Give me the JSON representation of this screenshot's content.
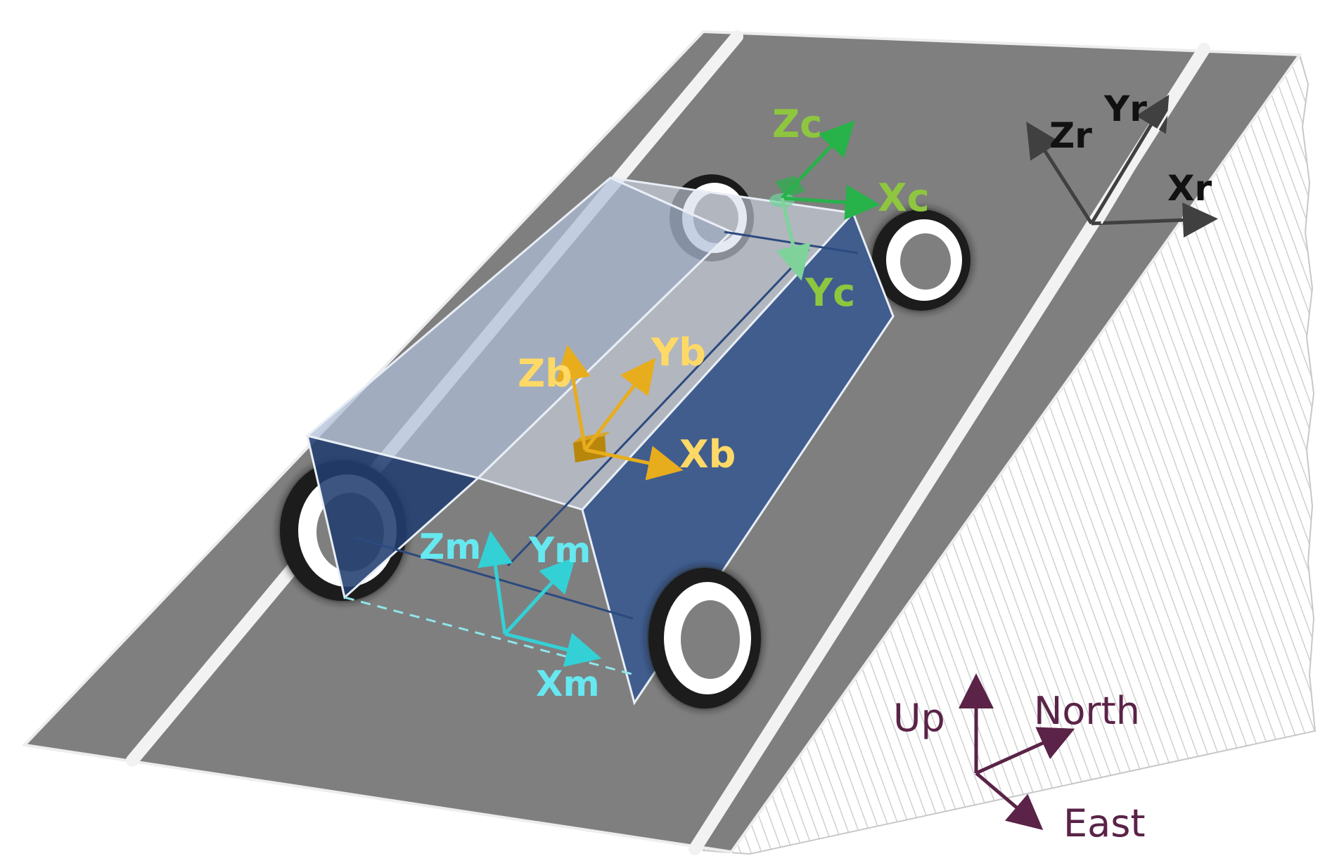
{
  "colors": {
    "road": "#7f7f7f",
    "lane_marking": "#f2f2f2",
    "camera_frame": "#27b24a",
    "camera_label": "#8ec63f",
    "body_frame": "#e8ad1d",
    "body_label": "#ffd966",
    "vehicle_frame": "#33d1d6",
    "vehicle_label": "#66e8f0",
    "road_frame": "#404040",
    "road_label": "#111111",
    "enu": "#5a2347",
    "vehicle_dark": "#2b4a7e",
    "vehicle_light": "#aebfd8"
  },
  "frames": {
    "camera": {
      "x": "Xc",
      "y": "Yc",
      "z": "Zc"
    },
    "body": {
      "x": "Xb",
      "y": "Yb",
      "z": "Zb"
    },
    "vehicle": {
      "x": "Xm",
      "y": "Ym",
      "z": "Zm"
    },
    "road": {
      "x": "Xr",
      "y": "Yr",
      "z": "Zr"
    }
  },
  "enu": {
    "up": "Up",
    "north": "North",
    "east": "East"
  }
}
